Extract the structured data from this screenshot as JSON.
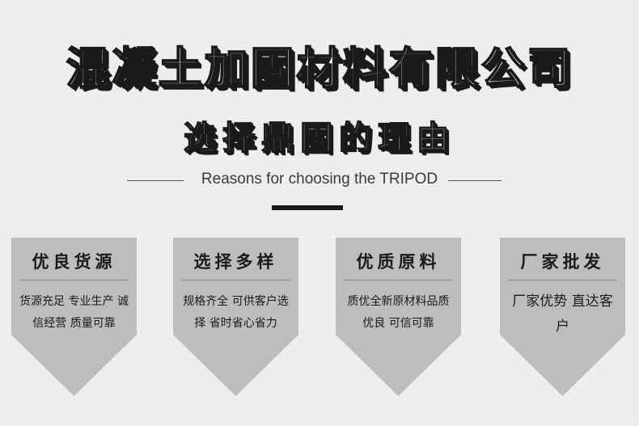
{
  "header": {
    "title": "混凝土加固材料有限公司",
    "subtitle": "选择鼎固的理由",
    "tagline": "Reasons for choosing the TRIPOD"
  },
  "colors": {
    "background": "#efefef",
    "card_fill": "#bdbdbd",
    "text": "#1a1a1a",
    "accent": "#1a1a1a"
  },
  "cards": [
    {
      "title": "优良货源",
      "lines": [
        "货源充足 专业生产 诚信经营 质量可靠"
      ]
    },
    {
      "title": "选择多样",
      "lines": [
        "规格齐全 可供客户选择 省时省心省力"
      ]
    },
    {
      "title": "优质原料",
      "lines": [
        "质优全新原材料品质优良 可信可靠"
      ]
    },
    {
      "title": "厂家批发",
      "lines": [
        "厂家优势 直达客户"
      ]
    }
  ]
}
